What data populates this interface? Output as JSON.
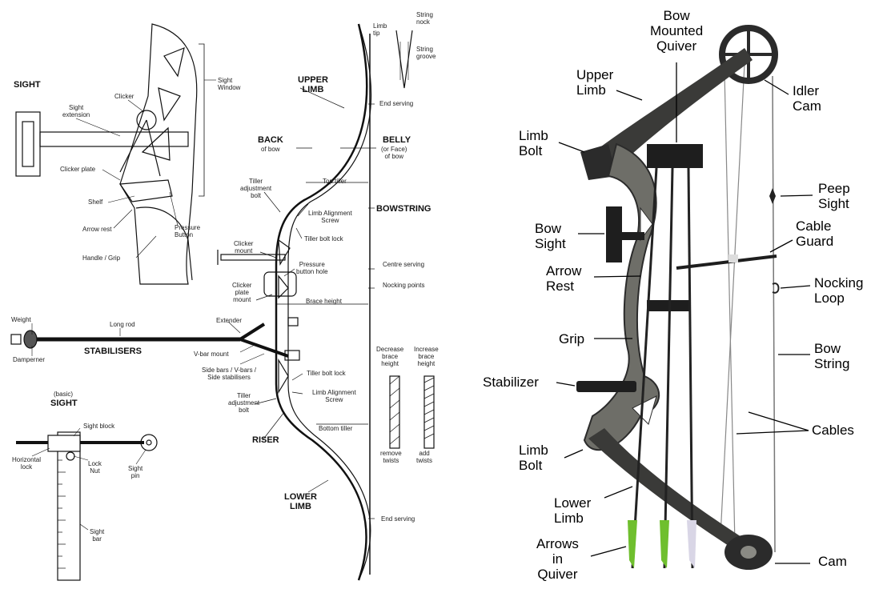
{
  "recurve": {
    "sight": {
      "title": "SIGHT",
      "sight_extension": "Sight\nextension",
      "clicker": "Clicker",
      "sight_window": "Sight\nWindow",
      "clicker_plate": "Clicker plate",
      "shelf": "Shelf",
      "arrow_rest": "Arrow rest",
      "pressure_button": "Pressure\nButton",
      "handle_grip": "Handle / Grip"
    },
    "stabilisers": {
      "title": "STABILISERS",
      "weight": "Weight",
      "damperner": "Damperner",
      "long_rod": "Long rod",
      "extender": "Extender",
      "v_bar_mount": "V-bar mount",
      "side_bars": "Side bars / V-bars /\nSide stabilisers"
    },
    "basic_sight": {
      "subtitle": "(basic)",
      "title": "SIGHT",
      "sight_block": "Sight block",
      "horizontal_lock": "Horizontal\nlock",
      "lock_nut": "Lock\nNut",
      "sight_pin": "Sight\npin",
      "sight_bar": "Sight\nbar"
    },
    "bow": {
      "upper_limb": "UPPER\nLIMB",
      "back": "BACK",
      "back_sub": "of bow",
      "belly": "BELLY",
      "belly_sub": "(or Face)\nof bow",
      "bowstring": "BOWSTRING",
      "riser": "RISER",
      "lower_limb": "LOWER\nLIMB",
      "limb_tip": "Limb\ntip",
      "string_nock": "String\nnock",
      "string_groove": "String\ngroove",
      "end_serving_top": "End serving",
      "top_tiller": "Top tiller",
      "tiller_adjustment_bolt_top": "Tiller\nadjustment\nbolt",
      "limb_alignment_screw_top": "Limb Alignment\nScrew",
      "tiller_bolt_lock_top": "Tiller bolt lock",
      "clicker_mount": "Clicker\nmount",
      "pressure_button_hole": "Pressure\nbutton hole",
      "centre_serving": "Centre serving",
      "clicker_plate_mount": "Clicker\nplate\nmount",
      "nocking_points": "Nocking points",
      "brace_height": "Brace height",
      "tiller_bolt_lock_bottom": "Tiller bolt lock",
      "tiller_adjustment_bolt_bottom": "Tiller\nadjustment\nbolt",
      "limb_alignment_screw_bottom": "Limb Alignment\nScrew",
      "bottom_tiller": "Bottom tiller",
      "decrease_brace_height": "Decrease\nbrace\nheight",
      "increase_brace_height": "Increase\nbrace\nheight",
      "remove_twists": "remove\ntwists",
      "add_twists": "add\ntwists",
      "end_serving_bottom": "End serving"
    }
  },
  "compound": {
    "bow_mounted_quiver": "Bow\nMounted\nQuiver",
    "upper_limb": "Upper\nLimb",
    "idler_cam": "Idler\nCam",
    "limb_bolt_top": "Limb\nBolt",
    "peep_sight": "Peep\nSight",
    "bow_sight": "Bow\nSight",
    "cable_guard": "Cable\nGuard",
    "arrow_rest": "Arrow\nRest",
    "nocking_loop": "Nocking\nLoop",
    "grip": "Grip",
    "bow_string": "Bow\nString",
    "stabilizer": "Stabilizer",
    "cables": "Cables",
    "limb_bolt_bottom": "Limb\nBolt",
    "lower_limb": "Lower\nLimb",
    "arrows_in_quiver": "Arrows\nin\nQuiver",
    "cam": "Cam",
    "colors": {
      "camo_dark": "#2b2b2b",
      "camo_light": "#8a8a84",
      "fletch_green": "#6fbf2e",
      "fletch_white": "#d9d6e6"
    }
  }
}
